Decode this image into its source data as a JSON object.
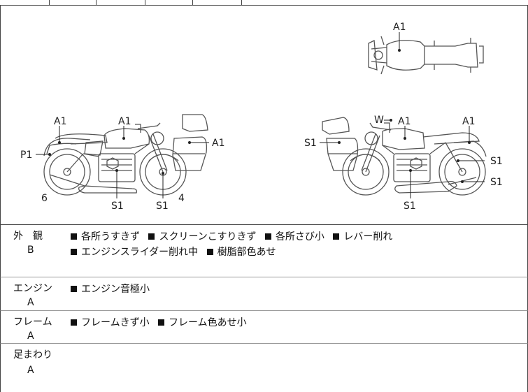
{
  "diagram": {
    "left_view_labels": {
      "a1_rear": "A1",
      "a1_tank": "A1",
      "a1_case": "A1",
      "p1": "P1",
      "six": "6",
      "s1_engine": "S1",
      "s1_front": "S1",
      "four": "4"
    },
    "top_view_labels": {
      "a1_top": "A1"
    },
    "right_view_labels": {
      "w": "W",
      "a1_tank": "A1",
      "a1_rear": "A1",
      "s1_case": "S1",
      "s1_rear_upper": "S1",
      "s1_rear_lower": "S1",
      "s1_engine": "S1"
    }
  },
  "sections": [
    {
      "category": "外　観",
      "grade": "B",
      "notes": [
        "各所うすきず",
        "スクリーンこすりきず",
        "各所さび小",
        "レバー削れ",
        "エンジンスライダー削れ中",
        "樹脂部色あせ"
      ]
    },
    {
      "category": "エンジン",
      "grade": "A",
      "notes": [
        "エンジン音極小"
      ]
    },
    {
      "category": "フレーム",
      "grade": "A",
      "notes": [
        "フレームきず小",
        "フレーム色あせ小"
      ]
    },
    {
      "category": "足まわり",
      "grade": "A",
      "notes": []
    }
  ]
}
